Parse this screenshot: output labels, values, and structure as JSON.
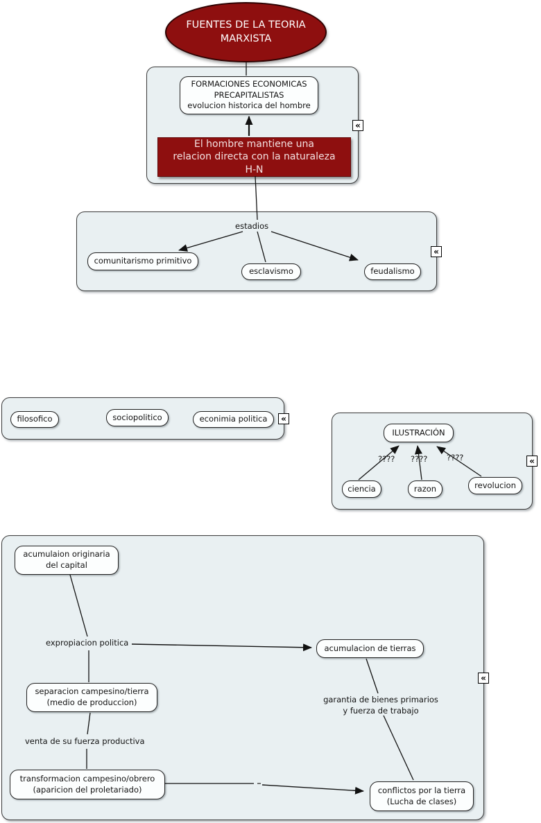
{
  "ui": {
    "collapse_glyph": "«"
  },
  "colors": {
    "container_bg": "#e9f0f2",
    "node_bg": "#fcfefe",
    "accent_dark_red": "#8e0f0f",
    "red_box_text": "#f3e1e1",
    "ellipse_text": "#ffffff",
    "line": "#111111"
  },
  "root_node": {
    "label": "FUENTES DE LA TEORIA\nMARXISTA"
  },
  "precapitalistas_group": {
    "formaciones_node": "FORMACIONES ECONOMICAS\nPRECAPITALISTAS\nevolucion historica del hombre",
    "hombre_naturaleza_node": "El hombre mantiene una\nrelacion directa con la naturaleza\nH-N"
  },
  "estadios_group": {
    "link_label": "estadios",
    "comunitarismo_node": "comunitarismo primitivo",
    "esclavismo_node": "esclavismo",
    "feudalismo_node": "feudalismo"
  },
  "fuentes_group": {
    "filosofico_node": "filosofico",
    "sociopolitico_node": "sociopolitico",
    "economia_node": "econimia politica"
  },
  "ilustracion_group": {
    "ilustracion_node": "ILUSTRACIÓN",
    "question_labels": [
      "????",
      "????",
      "????"
    ],
    "ciencia_node": "ciencia",
    "razon_node": "razon",
    "revolucion_node": "revolucion"
  },
  "acumulacion_group": {
    "acumulacion_originaria_node": "acumulaion originaria\ndel capital",
    "expropiacion_label": "expropiacion politica",
    "tierras_node": "acumulacion de tierras",
    "separacion_node": "separacion campesino/tierra\n(medio de produccion)",
    "garantia_label": "garantia de bienes primarios\ny fuerza de trabajo",
    "venta_label": "venta de su fuerza productiva",
    "transformacion_node": "transformacion campesino/obrero\n(aparicion del proletariado)",
    "conflictos_node": "conflictos por la tierra\n(Lucha de clases)"
  }
}
